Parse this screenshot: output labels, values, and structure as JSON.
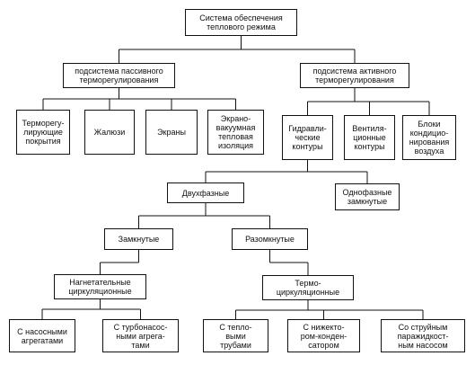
{
  "diagram": {
    "nodes": [
      {
        "id": "root",
        "label": "Система обеспечения\nтеплового режима"
      },
      {
        "id": "passive",
        "label": "подсистема пассивного\nтерморегулирования"
      },
      {
        "id": "active",
        "label": "подсистема активного\nтерморегулирования"
      },
      {
        "id": "p1",
        "label": "Терморегу-\nлирующие\nпокрытия"
      },
      {
        "id": "p2",
        "label": "Жалюзи"
      },
      {
        "id": "p3",
        "label": "Экраны"
      },
      {
        "id": "p4",
        "label": "Экрано-\nвакуумная\nтепловая\nизоляция"
      },
      {
        "id": "a1",
        "label": "Гидравли-\nческие\nконтуры"
      },
      {
        "id": "a2",
        "label": "Вентиля-\nционные\nконтуры"
      },
      {
        "id": "a3",
        "label": "Блоки\nкондицио-\nнирования\nвоздуха"
      },
      {
        "id": "two",
        "label": "Двухфазные"
      },
      {
        "id": "one",
        "label": "Однофазные\nзамкнутые"
      },
      {
        "id": "closed",
        "label": "Замкнутые"
      },
      {
        "id": "open",
        "label": "Разомкнутые"
      },
      {
        "id": "pump",
        "label": "Нагнетательные\nциркуляционные"
      },
      {
        "id": "thermo",
        "label": "Термо-\nциркуляционные"
      },
      {
        "id": "l1",
        "label": "С насосными\nагрегатами"
      },
      {
        "id": "l2",
        "label": "С турбонасос-\nными агрега-\nтами"
      },
      {
        "id": "l3",
        "label": "С тепло-\nвыми\nтрубами"
      },
      {
        "id": "l4",
        "label": "С нижекто-\nром-конден-\nсатором"
      },
      {
        "id": "l5",
        "label": "Со струйным\nпаражидкост-\nным насосом"
      }
    ],
    "edges": [
      [
        "root",
        "passive"
      ],
      [
        "root",
        "active"
      ],
      [
        "passive",
        "p1"
      ],
      [
        "passive",
        "p2"
      ],
      [
        "passive",
        "p3"
      ],
      [
        "passive",
        "p4"
      ],
      [
        "active",
        "a1"
      ],
      [
        "active",
        "a2"
      ],
      [
        "active",
        "a3"
      ],
      [
        "a1",
        "two"
      ],
      [
        "a1",
        "one"
      ],
      [
        "two",
        "closed"
      ],
      [
        "two",
        "open"
      ],
      [
        "closed",
        "pump"
      ],
      [
        "open",
        "thermo"
      ],
      [
        "pump",
        "l1"
      ],
      [
        "pump",
        "l2"
      ],
      [
        "thermo",
        "l3"
      ],
      [
        "thermo",
        "l4"
      ],
      [
        "thermo",
        "l5"
      ]
    ]
  }
}
